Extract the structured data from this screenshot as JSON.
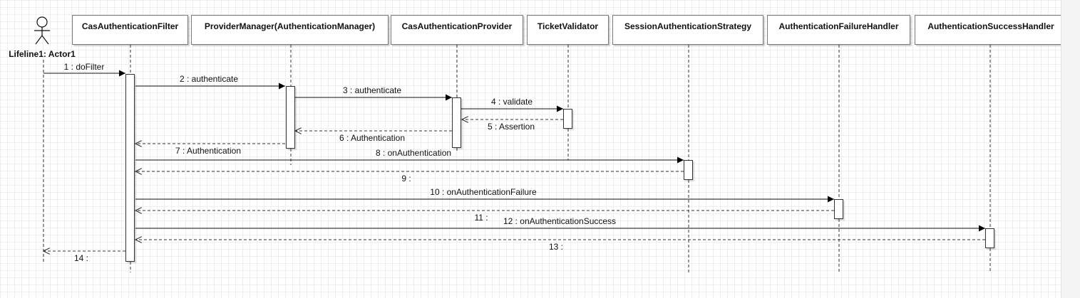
{
  "actor": {
    "name": "Lifeline1: Actor1"
  },
  "participants": [
    "CasAuthenticationFilter",
    "ProviderManager(AuthenticationManager)",
    "CasAuthenticationProvider",
    "TicketValidator",
    "SessionAuthenticationStrategy",
    "AuthenticationFailureHandler",
    "AuthenticationSuccessHandler"
  ],
  "messages": [
    {
      "seq": 1,
      "label": "1 : doFilter",
      "from": "Lifeline1: Actor1",
      "to": "CasAuthenticationFilter",
      "kind": "call"
    },
    {
      "seq": 2,
      "label": "2 : authenticate",
      "from": "CasAuthenticationFilter",
      "to": "ProviderManager(AuthenticationManager)",
      "kind": "call"
    },
    {
      "seq": 3,
      "label": "3 : authenticate",
      "from": "ProviderManager(AuthenticationManager)",
      "to": "CasAuthenticationProvider",
      "kind": "call"
    },
    {
      "seq": 4,
      "label": "4 : validate",
      "from": "CasAuthenticationProvider",
      "to": "TicketValidator",
      "kind": "call"
    },
    {
      "seq": 5,
      "label": "5 : Assertion",
      "from": "TicketValidator",
      "to": "CasAuthenticationProvider",
      "kind": "return"
    },
    {
      "seq": 6,
      "label": "6 : Authentication",
      "from": "CasAuthenticationProvider",
      "to": "ProviderManager(AuthenticationManager)",
      "kind": "return"
    },
    {
      "seq": 7,
      "label": "7 : Authentication",
      "from": "ProviderManager(AuthenticationManager)",
      "to": "CasAuthenticationFilter",
      "kind": "return"
    },
    {
      "seq": 8,
      "label": "8 : onAuthentication",
      "from": "CasAuthenticationFilter",
      "to": "SessionAuthenticationStrategy",
      "kind": "call"
    },
    {
      "seq": 9,
      "label": "9 :",
      "from": "SessionAuthenticationStrategy",
      "to": "CasAuthenticationFilter",
      "kind": "return"
    },
    {
      "seq": 10,
      "label": "10 : onAuthenticationFailure",
      "from": "CasAuthenticationFilter",
      "to": "AuthenticationFailureHandler",
      "kind": "call"
    },
    {
      "seq": 11,
      "label": "11 :",
      "from": "AuthenticationFailureHandler",
      "to": "CasAuthenticationFilter",
      "kind": "return"
    },
    {
      "seq": 12,
      "label": "12 : onAuthenticationSuccess",
      "from": "CasAuthenticationFilter",
      "to": "AuthenticationSuccessHandler",
      "kind": "call"
    },
    {
      "seq": 13,
      "label": "13 :",
      "from": "AuthenticationSuccessHandler",
      "to": "CasAuthenticationFilter",
      "kind": "return"
    },
    {
      "seq": 14,
      "label": "14 :",
      "from": "CasAuthenticationFilter",
      "to": "Lifeline1: Actor1",
      "kind": "return"
    }
  ],
  "colors": {
    "line": "#222222",
    "box_border": "#7a7a7a",
    "grid": "#eeeeee"
  }
}
